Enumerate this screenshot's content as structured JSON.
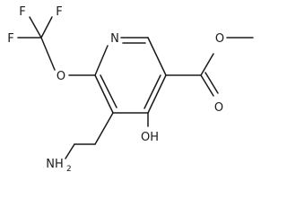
{
  "molecule": {
    "atoms": {
      "F_top_left": "F",
      "F_top_right": "F",
      "F_left": "F",
      "O_ether": "O",
      "N_ring": "N",
      "O_ester_single": "O",
      "O_ester_double": "O",
      "OH": "OH",
      "NH2_main": "NH",
      "NH2_sub": "2"
    }
  }
}
